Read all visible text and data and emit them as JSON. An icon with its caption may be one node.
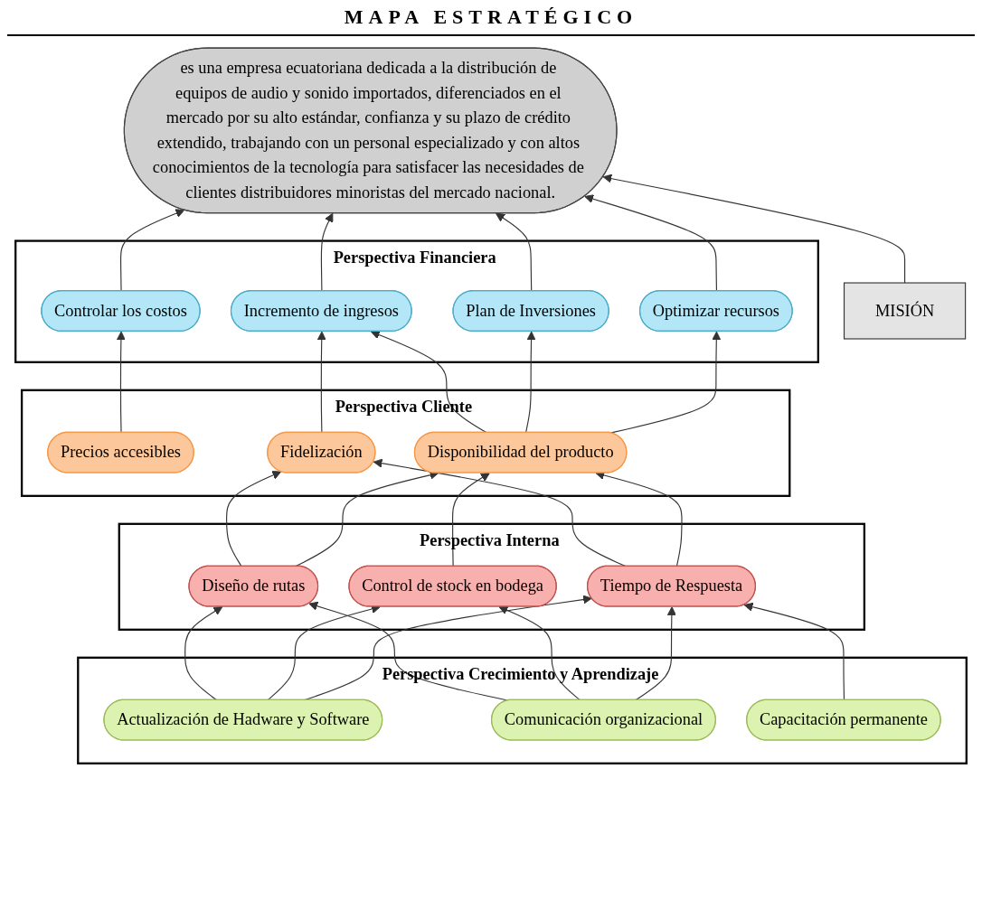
{
  "diagram": {
    "title": "MAPA ESTRATÉGICO",
    "nodes": [
      {
        "text": [
          "MISIÓN"
        ]
      },
      {
        "text": [
          "es una empresa ecuatoriana dedicada a la distribución de equipos de audio y sonido importados, diferenciados en el mercado por su alto estándar, confianza y su plazo de crédito extendido, trabajando con un personal especializado y con altos conocimientos de la tecnología para satisfacer las necesidades de clientes distribuidores minoristas del mercado nacional."
        ]
      },
      {
        "text": [
          "Perspectiva Financiera"
        ]
      },
      {
        "text": [
          "Controlar los costos"
        ],
        "in": 2
      },
      {
        "text": [
          "Incremento de ingresos"
        ],
        "in": 2
      },
      {
        "text": [
          "Plan de Inversiones"
        ],
        "in": 2
      },
      {
        "text": [
          "Optimizar recursos"
        ],
        "in": 2
      },
      {
        "text": [
          "Perspectiva Cliente"
        ]
      },
      {
        "text": [
          "Precios accesibles"
        ],
        "in": 7
      },
      {
        "text": [
          "Fidelización"
        ],
        "in": 7
      },
      {
        "text": [
          "Disponibilidad del producto"
        ],
        "in": 7
      },
      {
        "text": [
          "Perspectiva Interna"
        ]
      },
      {
        "text": [
          "Diseño de rutas"
        ],
        "in": 11
      },
      {
        "text": [
          "Control de stock en bodega"
        ],
        "in": 11
      },
      {
        "text": [
          "Tiempo de Respuesta"
        ],
        "in": 11
      },
      {
        "text": [
          "Perspectiva Crecimiento y Aprendizaje"
        ]
      },
      {
        "text": [
          "Actualización de Hadware y Software"
        ],
        "in": 15
      },
      {
        "text": [
          "Comunicación organizacional"
        ],
        "in": 15
      },
      {
        "text": [
          "Capacitación permanente"
        ],
        "in": 15
      }
    ],
    "edges": [
      {
        "from": 0,
        "to": 1,
        "arrow": "to"
      },
      {
        "from": 3,
        "to": 1,
        "arrow": "to"
      },
      {
        "from": 4,
        "to": 1,
        "arrow": "to"
      },
      {
        "from": 5,
        "to": 1,
        "arrow": "to"
      },
      {
        "from": 6,
        "to": 1,
        "arrow": "to"
      },
      {
        "from": 8,
        "to": 3,
        "arrow": "to"
      },
      {
        "from": 9,
        "to": 4,
        "arrow": "to"
      },
      {
        "from": 10,
        "to": 4,
        "arrow": "to"
      },
      {
        "from": 10,
        "to": 5,
        "arrow": "to"
      },
      {
        "from": 10,
        "to": 6,
        "arrow": "to"
      },
      {
        "from": 12,
        "to": 9,
        "arrow": "to"
      },
      {
        "from": 12,
        "to": 10,
        "arrow": "to"
      },
      {
        "from": 13,
        "to": 10,
        "arrow": "to"
      },
      {
        "from": 14,
        "to": 9,
        "arrow": "to"
      },
      {
        "from": 14,
        "to": 10,
        "arrow": "to"
      },
      {
        "from": 16,
        "to": 12,
        "arrow": "to"
      },
      {
        "from": 16,
        "to": 13,
        "arrow": "to"
      },
      {
        "from": 16,
        "to": 14,
        "arrow": "to"
      },
      {
        "from": 17,
        "to": 12,
        "arrow": "to"
      },
      {
        "from": 17,
        "to": 13,
        "arrow": "to"
      },
      {
        "from": 17,
        "to": 14,
        "arrow": "to"
      },
      {
        "from": 18,
        "to": 14,
        "arrow": "to"
      }
    ]
  }
}
